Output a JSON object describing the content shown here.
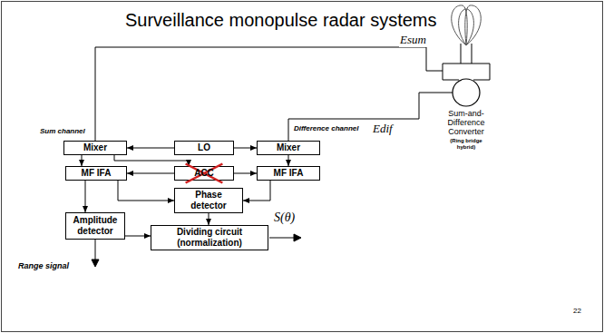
{
  "diagram": {
    "title": "Surveillance monopulse radar systems",
    "nodes": [
      {
        "text": [
          "Mixer"
        ]
      },
      {
        "text": [
          "LO"
        ]
      },
      {
        "text": [
          "Mixer"
        ]
      },
      {
        "text": [
          "MF IFA"
        ]
      },
      {
        "text": [
          "ACC"
        ]
      },
      {
        "text": [
          "MF IFA"
        ]
      },
      {
        "text": [
          "Phase detector"
        ]
      },
      {
        "text": [
          "Amplitude detector"
        ]
      },
      {
        "text": [
          "Dividing circuit (normalization)"
        ]
      },
      {
        "text": [
          "Sum-and-Difference Converter",
          "(Ring bridge hybrid)"
        ]
      }
    ],
    "edges": [
      {
        "from": 9,
        "to": 0,
        "label": "Esum",
        "arrow": "none"
      },
      {
        "from": 9,
        "to": 2,
        "label": "Edif",
        "arrow": "none"
      },
      {
        "from": 1,
        "to": 0,
        "arrow": "to"
      },
      {
        "from": 1,
        "to": 2,
        "arrow": "to"
      },
      {
        "from": 0,
        "to": 3,
        "arrow": "to"
      },
      {
        "from": 0,
        "to": 4,
        "arrow": "to"
      },
      {
        "from": 2,
        "to": 5,
        "arrow": "to"
      },
      {
        "from": 4,
        "to": 3,
        "arrow": "to"
      },
      {
        "from": 4,
        "to": 5,
        "arrow": "to"
      },
      {
        "from": 3,
        "to": 6,
        "arrow": "to"
      },
      {
        "from": 5,
        "to": 6,
        "arrow": "to"
      },
      {
        "from": 3,
        "to": 7,
        "arrow": "to"
      },
      {
        "from": 6,
        "to": 8,
        "arrow": "to"
      },
      {
        "from": 7,
        "to": 8,
        "arrow": "to"
      }
    ],
    "labels": [
      "Sum channel",
      "Difference channel",
      "Range signal",
      "S(θ)",
      "22"
    ]
  }
}
